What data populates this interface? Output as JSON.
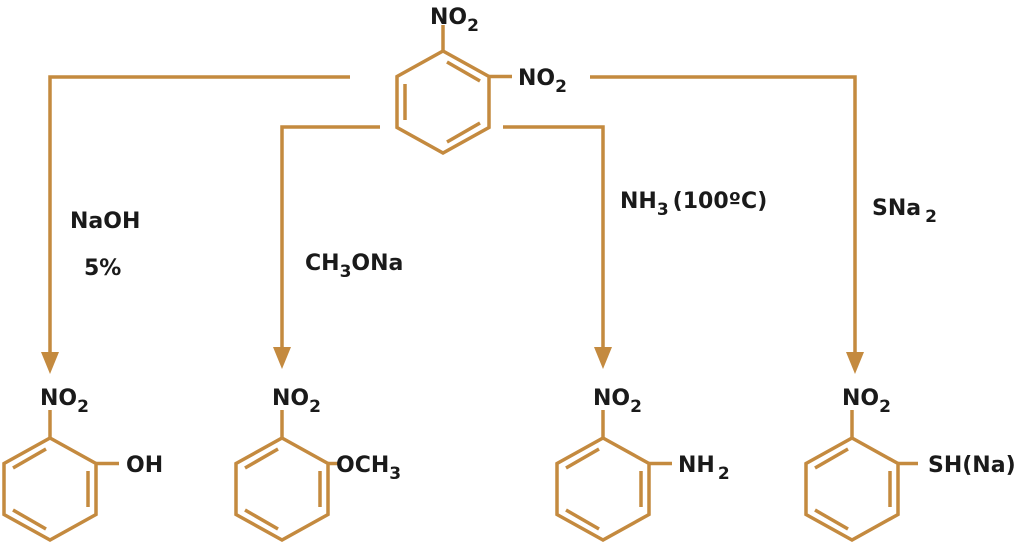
{
  "colors": {
    "bond": "#c48a3f",
    "text": "#1a1a1a"
  },
  "reactant": {
    "top_group": "NO",
    "top_sub": "2",
    "right_group": "NO",
    "right_sub": "2"
  },
  "reagents": {
    "naoh": {
      "line1": "NaOH",
      "line2": "5%"
    },
    "ch3ona": {
      "a": "CH",
      "sub": "3",
      "b": "ONa"
    },
    "nh3": {
      "a": "NH",
      "sub": "3",
      "b": "(100ºC)"
    },
    "sna2": {
      "a": "SNa",
      "sub": "2"
    }
  },
  "products": [
    {
      "top": "NO",
      "top_sub": "2",
      "sub_a": "OH",
      "sub_sub": "",
      "sub_b": ""
    },
    {
      "top": "NO",
      "top_sub": "2",
      "sub_a": "OCH",
      "sub_sub": "3",
      "sub_b": ""
    },
    {
      "top": "NO",
      "top_sub": "2",
      "sub_a": "NH",
      "sub_sub": "2",
      "sub_b": ""
    },
    {
      "top": "NO",
      "top_sub": "2",
      "sub_a": "SH(Na)",
      "sub_sub": "",
      "sub_b": ""
    }
  ]
}
